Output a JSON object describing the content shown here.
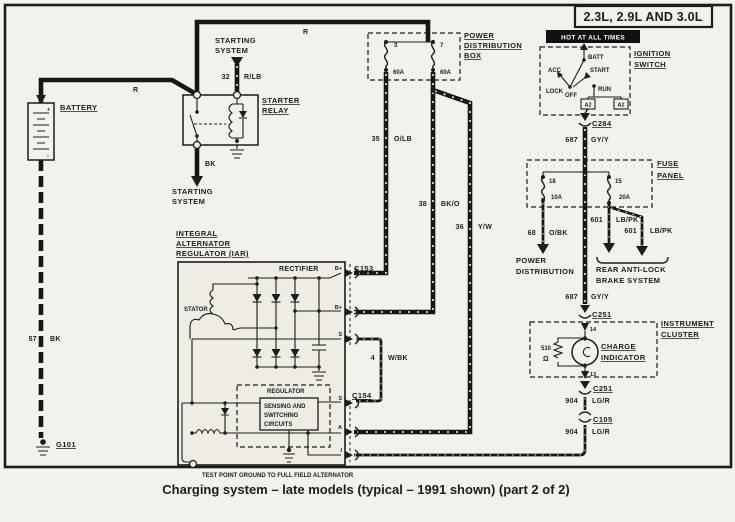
{
  "title": "2.3L, 2.9L AND 3.0L",
  "caption": "Charging system – late models (typical – 1991 shown) (part 2 of 2)",
  "battery": {
    "label": "BATTERY",
    "plus": "+",
    "minus": "-"
  },
  "relay": {
    "l1": "STARTER",
    "l2": "RELAY"
  },
  "starting_top": {
    "l1": "STARTING",
    "l2": "SYSTEM"
  },
  "starting_bottom": {
    "l1": "STARTING",
    "l2": "SYSTEM"
  },
  "pdb": {
    "l1": "POWER",
    "l2": "DISTRIBUTION",
    "l3": "BOX",
    "fuse3": "3",
    "fuse3_amp": "60A",
    "fuse7": "7",
    "fuse7_amp": "60A"
  },
  "ignition": {
    "banner": "HOT AT ALL TIMES",
    "l1": "IGNITION",
    "l2": "SWITCH",
    "batt": "BATT",
    "acc": "ACC",
    "start": "START",
    "lock": "LOCK",
    "off": "OFF",
    "run": "RUN",
    "a2l": "A2",
    "a2r": "A2"
  },
  "fuse_panel": {
    "l1": "FUSE",
    "l2": "PANEL",
    "fuse18": "18",
    "fuse18_amp": "10A",
    "fuse15": "15",
    "fuse15_amp": "20A"
  },
  "connectors": {
    "c284": "C284",
    "c251_top": "C251",
    "c251_bot": "C251",
    "c105": "C105",
    "c153": "C153",
    "c154": "C154"
  },
  "wires": {
    "r_top": "R",
    "r_batt": "R",
    "w32": "32",
    "w32_color": "R/LB",
    "bk": "BK",
    "w35": "35",
    "w35_color": "O/LB",
    "w38": "38",
    "w38_color": "BK/O",
    "w36": "36",
    "w36_color": "Y/W",
    "w687a": "687",
    "w687a_color": "GY/Y",
    "w687b": "687",
    "w687b_color": "GY/Y",
    "w68": "68",
    "w68_color": "O/BK",
    "w601a": "601",
    "w601a_color": "LB/PK",
    "w601b": "601",
    "w601b_color": "LB/PK",
    "w904a": "904",
    "w904a_color": "LG/R",
    "w904b": "904",
    "w904b_color": "LG/R",
    "w4": "4",
    "w4_color": "W/BK",
    "w57": "57",
    "w57_color": "BK"
  },
  "iar": {
    "l1": "INTEGRAL",
    "l2": "ALTERNATOR",
    "l3": "REGULATOR (IAR)",
    "rectifier": "RECTIFIER",
    "stator": "STATOR",
    "regulator": "REGULATOR",
    "sensing1": "SENSING AND",
    "sensing2": "SWITCHING",
    "sensing3": "CIRCUITS",
    "test_point": "TEST POINT GROUND TO FULL FIELD ALTERNATOR",
    "b1": "B+",
    "b2": "B+",
    "s1": "S",
    "s2": "S",
    "a": "A",
    "i": "I"
  },
  "cluster": {
    "l1": "INSTRUMENT",
    "l2": "CLUSTER",
    "charge1": "CHARGE",
    "charge2": "INDICATOR",
    "res": "510",
    "ohm": "Ω",
    "t14": "14",
    "t13": "13"
  },
  "dest": {
    "power1": "POWER",
    "power2": "DISTRIBUTION",
    "rabs1": "REAR ANTI-LOCK",
    "rabs2": "BRAKE SYSTEM"
  },
  "ground": {
    "g101": "G101"
  }
}
